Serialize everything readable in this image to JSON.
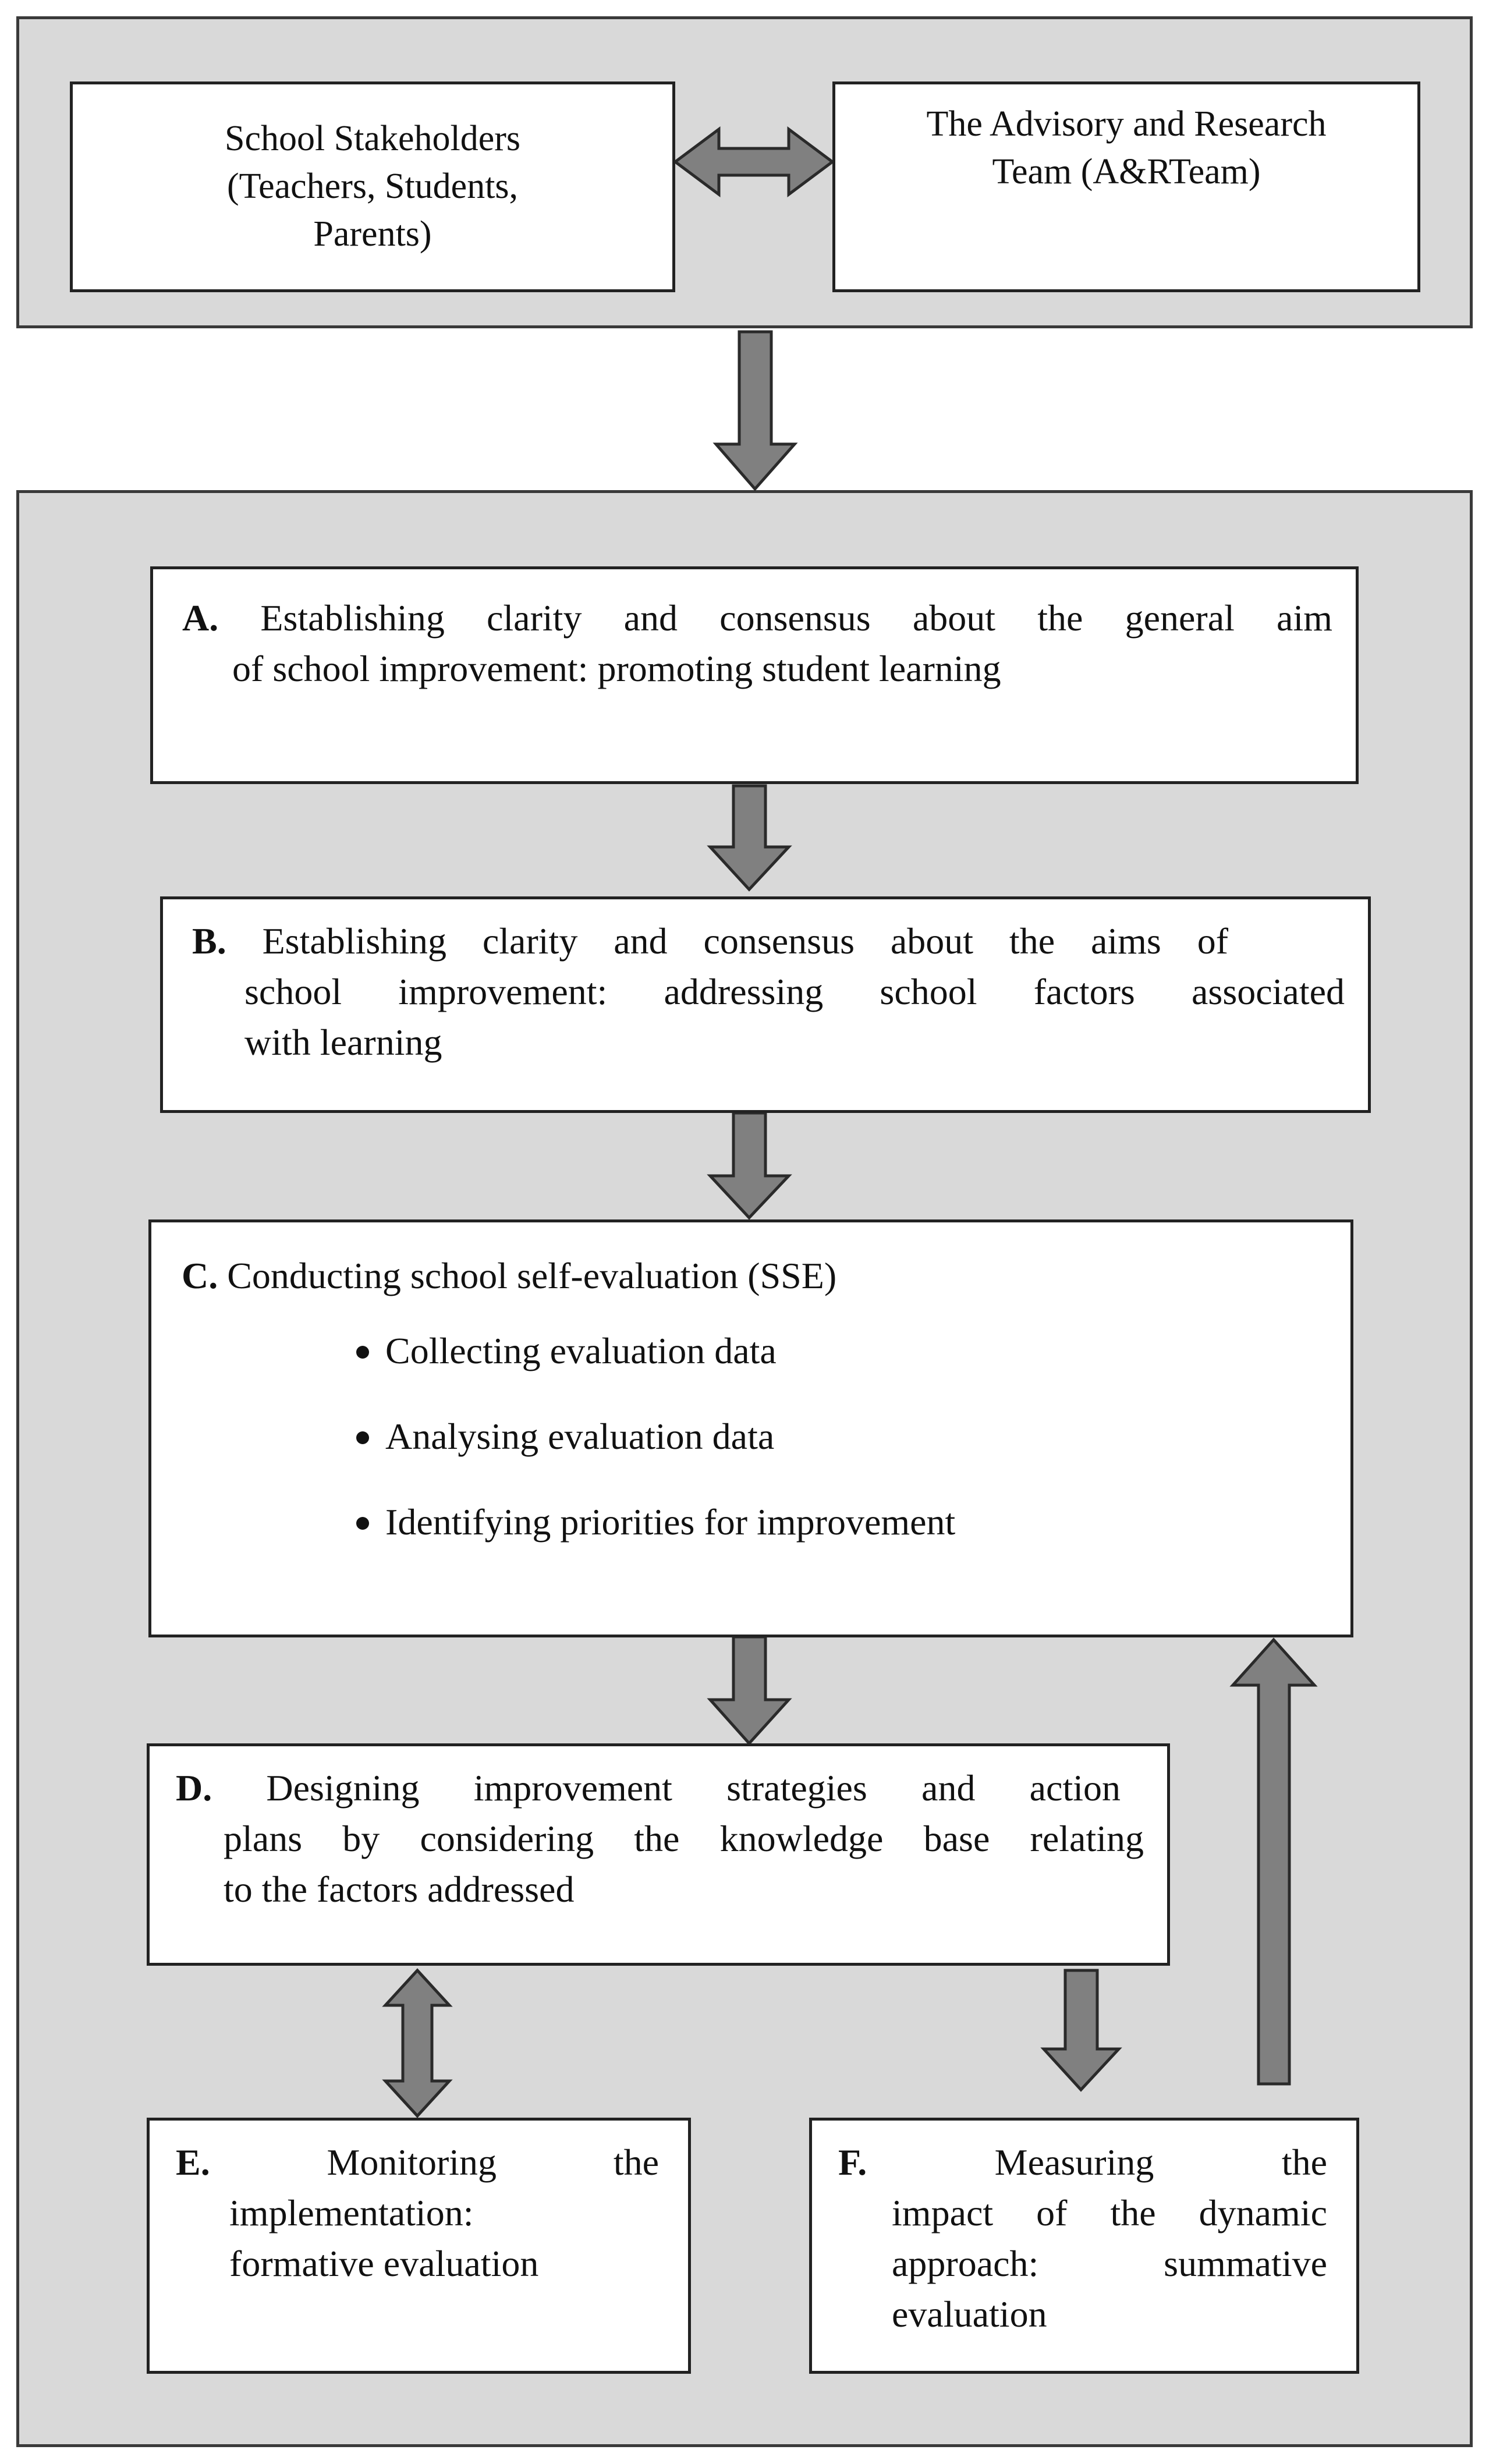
{
  "stakeholders": {
    "school": [
      "School Stakeholders",
      "(Teachers, Students,",
      "Parents)"
    ],
    "advisory": [
      "The Advisory and Research",
      "Team (A&RTeam)"
    ]
  },
  "steps": {
    "a": {
      "letter": "A.",
      "lines": [
        "Establishing clarity and consensus about the general aim",
        "of school improvement: promoting student learning"
      ]
    },
    "b": {
      "letter": "B.",
      "lines": [
        "Establishing clarity and consensus about the aims of",
        "school improvement: addressing school factors associated",
        "with learning"
      ]
    },
    "c": {
      "letter": "C.",
      "title": "Conducting school self-evaluation (SSE)",
      "bullets": [
        "Collecting evaluation data",
        "Analysing evaluation data",
        "Identifying priorities for improvement"
      ]
    },
    "d": {
      "letter": "D.",
      "lines": [
        "Designing improvement strategies and action",
        "plans by considering the knowledge base relating",
        "to the factors addressed"
      ]
    },
    "e": {
      "letter": "E.",
      "lines": [
        "Monitoring the",
        "implementation:",
        "formative evaluation"
      ]
    },
    "f": {
      "letter": "F.",
      "lines": [
        "Measuring the",
        "impact of the dynamic",
        "approach: summative",
        "evaluation"
      ]
    }
  }
}
